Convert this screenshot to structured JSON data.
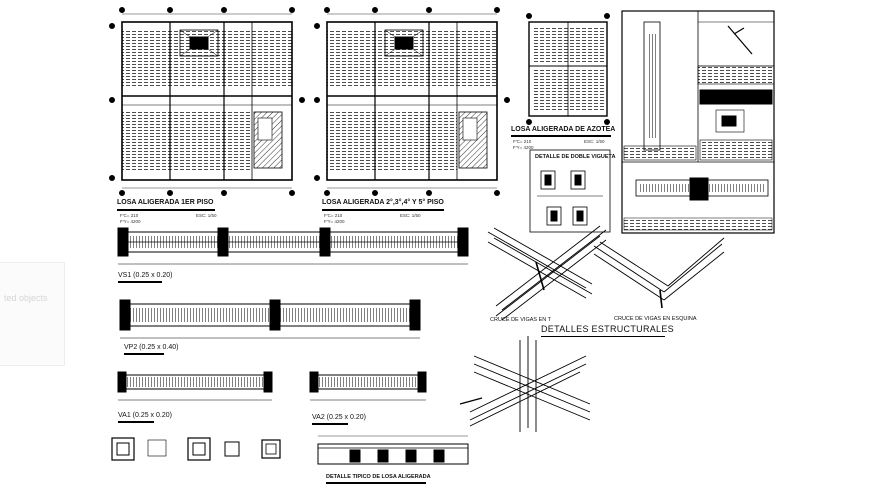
{
  "overlay": {
    "ghost_text": "ted objects"
  },
  "plans": {
    "first_floor_title": "LOSA ALIGERADA 1ER PISO",
    "floors_2_5_title": "LOSA ALIGERADA 2°,3°,4° Y 5° PISO",
    "roof_title": "LOSA ALIGERADA DE AZOTEA",
    "note_fc": "F'C= 210",
    "note_fy": "F'Y= 4200",
    "note_scale": "ESC: 1/50"
  },
  "details": {
    "double_joist_title": "DETALLE DE DOBLE VIGUETA",
    "beam_cross_t": "CRUCE DE VIGAS EN T",
    "beam_cross_corner": "CRUCE DE VIGAS EN ESQUINA",
    "structural_details": "DETALLES ESTRUCTURALES",
    "typical_slab_detail": "DETALLE TIPICO DE LOSA ALIGERADA"
  },
  "beams": {
    "vs1": "VS1 (0.25 x 0.20)",
    "vp2": "VP2 (0.25 x 0.40)",
    "va1": "VA1 (0.25 x 0.20)",
    "va2": "VA2 (0.25 x 0.20)"
  }
}
